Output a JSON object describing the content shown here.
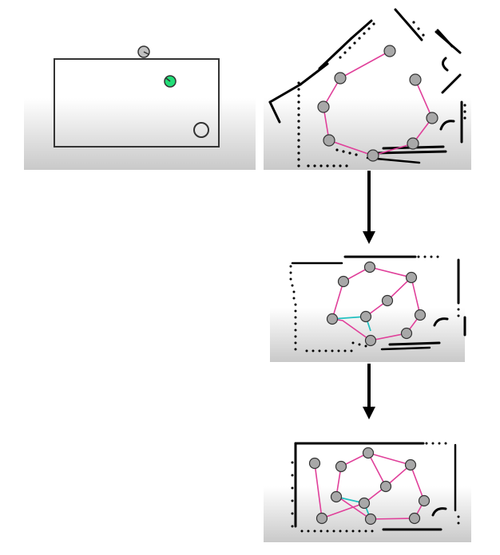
{
  "figure": {
    "title": "",
    "panels": [
      {
        "id": "ground-truth-map",
        "content": "sparse-map"
      },
      {
        "id": "estimated-map-step-1",
        "content": "pose-graph",
        "loop_closure": false
      },
      {
        "id": "estimated-map-step-2",
        "content": "pose-graph",
        "loop_closure": true
      },
      {
        "id": "estimated-map-step-3",
        "content": "pose-graph",
        "loop_closure": true
      }
    ],
    "arrows": [
      {
        "from": "estimated-map-step-1",
        "to": "estimated-map-step-2"
      },
      {
        "from": "estimated-map-step-2",
        "to": "estimated-map-step-3"
      }
    ]
  },
  "colors": {
    "pose_edge": "#e0409a",
    "loop_edge": "#22c0c0",
    "node_fill": "#a8a8a8",
    "goal_fill": "#22dd77",
    "wall": "#000000",
    "floor_gradient_top": "#ffffff",
    "floor_gradient_bottom": "#c9c9c9"
  },
  "icons": [
    "robot-node-icon",
    "goal-marker-icon",
    "arrow-down-icon"
  ]
}
